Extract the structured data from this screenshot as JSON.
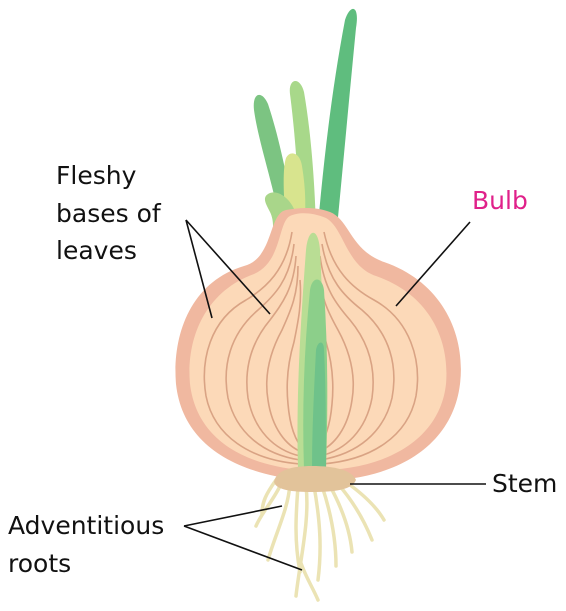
{
  "labels": {
    "fleshy_line1": "Fleshy",
    "fleshy_line2": "bases of",
    "fleshy_line3": "leaves",
    "bulb": "Bulb",
    "stem": "Stem",
    "adventitious_line1": "Adventitious",
    "adventitious_line2": "roots"
  },
  "colors": {
    "bulb_label": "#e0218a",
    "label_text": "#111111",
    "outer_skin": "#f0b8a0",
    "inner_flesh": "#fcd9b8",
    "scale_lines": "#d9a384",
    "leaf_dark": "#5fbd7e",
    "leaf_mid": "#8ccf8a",
    "leaf_light": "#c7e38e",
    "leaf_pale": "#e0ea96",
    "stem_plate": "#e2c39a",
    "roots": "#ebe3b4",
    "pointer_lines": "#111111"
  },
  "icons": [
    "onion-bulb-illustration"
  ]
}
